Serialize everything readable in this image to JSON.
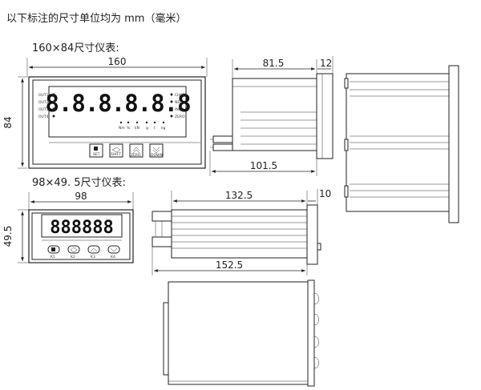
{
  "heading": "以下标注的尺寸单位均为 mm（毫米）",
  "large_unit": {
    "caption": "160×84尺寸仪表:",
    "front": {
      "width_label": "160",
      "height_label": "84",
      "digits": "8.8.8.8.8.8",
      "left_indicators": [
        "OUT1",
        "OUT2",
        "OUT3",
        "OUT4"
      ],
      "right_indicators": [
        "CHCES",
        "NEU",
        "INDU",
        "ZERO"
      ],
      "unit_labels": [
        "Nm",
        "%",
        "kN",
        "g",
        "t",
        "kg"
      ],
      "buttons": [
        "SET",
        "SHIFT",
        "ZERO",
        "DOWN"
      ]
    },
    "side": {
      "depth_label": "81.5",
      "total_label": "101.5",
      "flange_label": "12"
    }
  },
  "small_unit": {
    "caption": "98×49. 5尺寸仪表:",
    "front": {
      "width_label": "98",
      "height_label": "49.5",
      "digits": "888888",
      "buttons": [
        "K1",
        "K2",
        "K3",
        "K4"
      ]
    },
    "side": {
      "depth_label": "132.5",
      "total_label": "152.5",
      "flange_label": "10"
    }
  }
}
